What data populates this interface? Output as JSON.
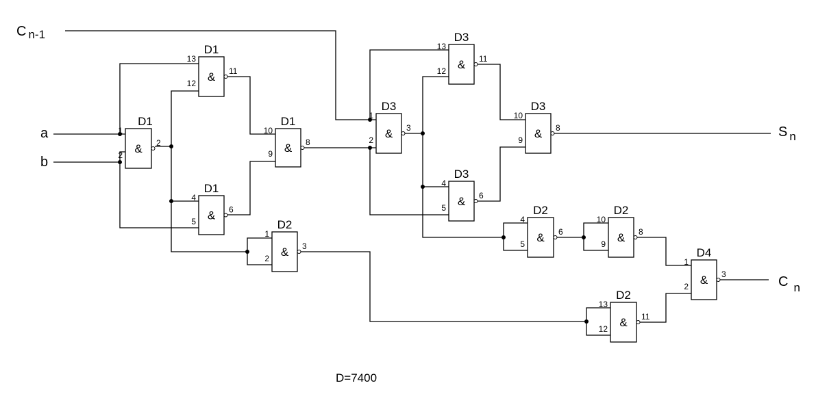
{
  "gate_symbol": "&",
  "package_note": "D=7400",
  "signals": {
    "cin": {
      "main": "C",
      "sub": "n-1"
    },
    "a": {
      "main": "a"
    },
    "b": {
      "main": "b"
    },
    "sum": {
      "main": "S",
      "sub": "n"
    },
    "cout": {
      "main": "C",
      "sub": "n"
    }
  },
  "gates": [
    {
      "id": "g1",
      "package": "D1",
      "in": [
        "1",
        "2"
      ],
      "out": "2"
    },
    {
      "id": "g2",
      "package": "D1",
      "in": [
        "13",
        "12"
      ],
      "out": "11"
    },
    {
      "id": "g3",
      "package": "D1",
      "in": [
        "4",
        "5"
      ],
      "out": "6"
    },
    {
      "id": "g4",
      "package": "D1",
      "in": [
        "10",
        "9"
      ],
      "out": "8"
    },
    {
      "id": "g5",
      "package": "D2",
      "in": [
        "1",
        "2"
      ],
      "out": "3"
    },
    {
      "id": "g6",
      "package": "D3",
      "in": [
        "1",
        "2"
      ],
      "out": "3"
    },
    {
      "id": "g7",
      "package": "D3",
      "in": [
        "13",
        "12"
      ],
      "out": "11"
    },
    {
      "id": "g8",
      "package": "D3",
      "in": [
        "4",
        "5"
      ],
      "out": "6"
    },
    {
      "id": "g9",
      "package": "D3",
      "in": [
        "10",
        "9"
      ],
      "out": "8"
    },
    {
      "id": "g10",
      "package": "D2",
      "in": [
        "4",
        "5"
      ],
      "out": "6"
    },
    {
      "id": "g11",
      "package": "D2",
      "in": [
        "10",
        "9"
      ],
      "out": "8"
    },
    {
      "id": "g12",
      "package": "D2",
      "in": [
        "13",
        "12"
      ],
      "out": "11"
    },
    {
      "id": "g13",
      "package": "D4",
      "in": [
        "1",
        "2"
      ],
      "out": "3"
    }
  ]
}
